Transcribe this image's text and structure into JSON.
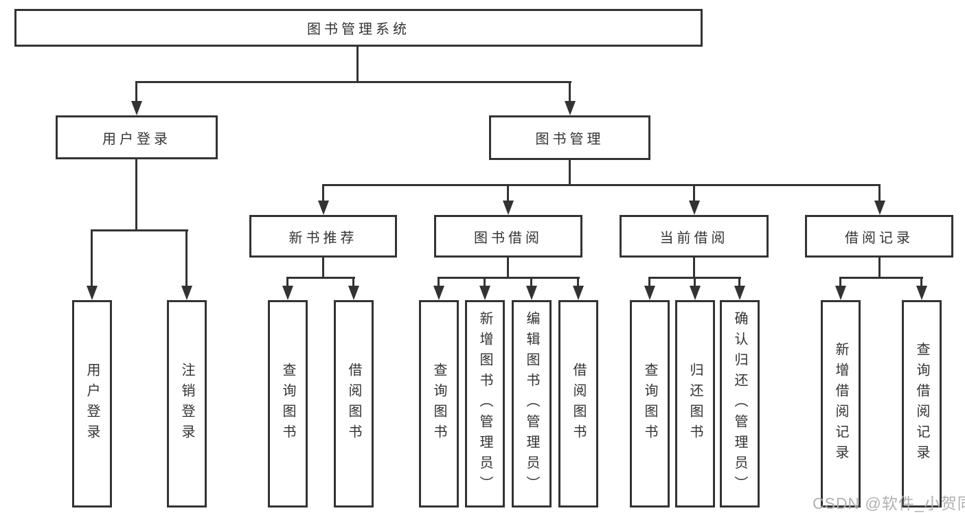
{
  "diagram_type": "hierarchy-tree",
  "tree": {
    "label": "图书管理系统",
    "children": [
      {
        "label": "用户登录",
        "children": [
          {
            "label": "用户登录"
          },
          {
            "label": "注销登录"
          }
        ]
      },
      {
        "label": "图书管理",
        "children": [
          {
            "label": "新书推荐",
            "children": [
              {
                "label": "查询图书"
              },
              {
                "label": "借阅图书"
              }
            ]
          },
          {
            "label": "图书借阅",
            "children": [
              {
                "label": "查询图书"
              },
              {
                "label": "新增图书（管理员）"
              },
              {
                "label": "编辑图书（管理员）"
              },
              {
                "label": "借阅图书"
              }
            ]
          },
          {
            "label": "当前借阅",
            "children": [
              {
                "label": "查询图书"
              },
              {
                "label": "归还图书"
              },
              {
                "label": "确认归还（管理员）"
              }
            ]
          },
          {
            "label": "借阅记录",
            "children": [
              {
                "label": "新增借阅记录"
              },
              {
                "label": "查询借阅记录"
              }
            ]
          }
        ]
      }
    ]
  },
  "watermark": "CSDN @软件_小贺同学",
  "colors": {
    "line": "#333333",
    "border": "#333333",
    "text": "#333333",
    "watermark": "#b0b0b0",
    "background": "#ffffff"
  }
}
